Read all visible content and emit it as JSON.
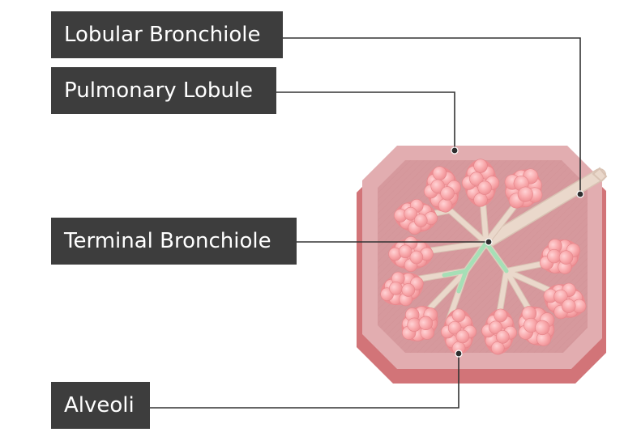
{
  "labels": {
    "lobular_bronchiole": "Lobular Bronchiole",
    "pulmonary_lobule": "Pulmonary Lobule",
    "terminal_bronchiole": "Terminal Bronchiole",
    "alveoli": "Alveoli"
  },
  "colors": {
    "label_bg": "#3d3d3d",
    "label_text": "#ffffff",
    "lobule_outer": "#e2adb0",
    "lobule_shadow": "#d27478",
    "lobule_inner": "#d6999d",
    "bronchiole": "#ead8cb",
    "terminal_bronchiole": "#a6dfb6",
    "alveoli": "#f7a3a6",
    "leader_line": "#333333"
  }
}
